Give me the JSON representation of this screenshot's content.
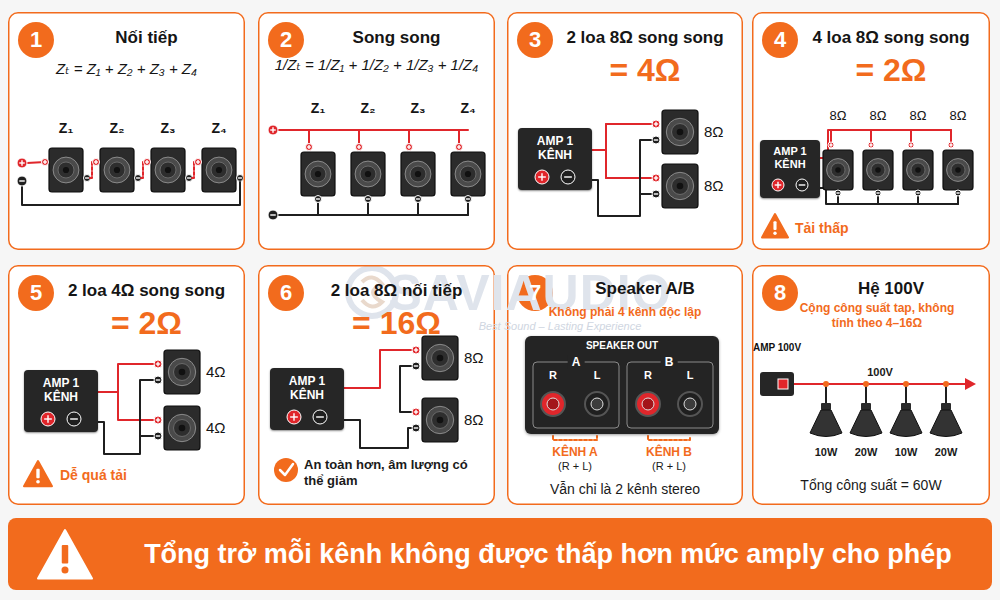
{
  "diagram": {
    "nodes": [
      {
        "text": [
          "Nối tiếp",
          "Zₜ = Z₁ + Z₂ + Z₃ + Z₄"
        ]
      },
      {
        "text": [
          "1"
        ],
        "in": 0
      },
      {
        "text": [
          "Song song",
          "1/Zₜ = 1/Z₁ + 1/Z₂ + 1/Z₃ + 1/Z₄"
        ]
      },
      {
        "text": [
          "2"
        ],
        "in": 2
      },
      {
        "text": [
          "2 loa 8Ω song song",
          "= 4Ω"
        ]
      },
      {
        "text": [
          "3"
        ],
        "in": 4
      },
      {
        "text": [
          "AMP 1 KÊNH"
        ],
        "in": 4
      },
      {
        "text": [
          "4 loa 8Ω song song",
          "= 2Ω"
        ]
      },
      {
        "text": [
          "4"
        ],
        "in": 7
      },
      {
        "text": [
          "AMP 1 KÊNH"
        ],
        "in": 7
      },
      {
        "text": [
          "2 loa 4Ω song song",
          "= 2Ω"
        ]
      },
      {
        "text": [
          "5"
        ],
        "in": 10
      },
      {
        "text": [
          "AMP 1 KÊNH"
        ],
        "in": 10
      },
      {
        "text": [
          "2 loa 8Ω nối tiếp",
          "= 16Ω"
        ]
      },
      {
        "text": [
          "6"
        ],
        "in": 13
      },
      {
        "text": [
          "AMP 1 KÊNH"
        ],
        "in": 13
      },
      {
        "text": [
          "Speaker A/B",
          "Không phải 4 kênh độc lập",
          "Vẫn chỉ là 2 kênh stereo"
        ]
      },
      {
        "text": [
          "7"
        ],
        "in": 16
      },
      {
        "text": [
          "SPEAKER OUT"
        ],
        "in": 16
      },
      {
        "text": [
          "Hệ 100V",
          "Cộng công suất tap, không tính theo 4–16Ω",
          "Tổng công suất = 60W"
        ]
      },
      {
        "text": [
          "8"
        ],
        "in": 19
      },
      {
        "text": [
          "AMP 100V"
        ],
        "in": 19
      },
      {
        "text": [
          "Tổng trở mỗi kênh không được thấp hơn mức amply cho phép"
        ]
      }
    ],
    "labels": [
      "Z₁",
      "Z₂",
      "Z₃",
      "Z₄",
      "Z₁",
      "Z₂",
      "Z₃",
      "Z₄",
      "8Ω",
      "8Ω",
      "8Ω",
      "8Ω",
      "8Ω",
      "8Ω",
      "Tải thấp",
      "4Ω",
      "4Ω",
      "Dễ quá tải",
      "8Ω",
      "8Ω",
      "An toàn hơn, âm lượng có thể giảm",
      "A",
      "B",
      "R",
      "L",
      "R",
      "L",
      "KÊNH A",
      "(R + L)",
      "KÊNH B",
      "(R + L)",
      "100V",
      "10W",
      "20W",
      "10W",
      "20W",
      "SAVIAUDIO",
      "Best Sound – Lasting Experience"
    ]
  }
}
